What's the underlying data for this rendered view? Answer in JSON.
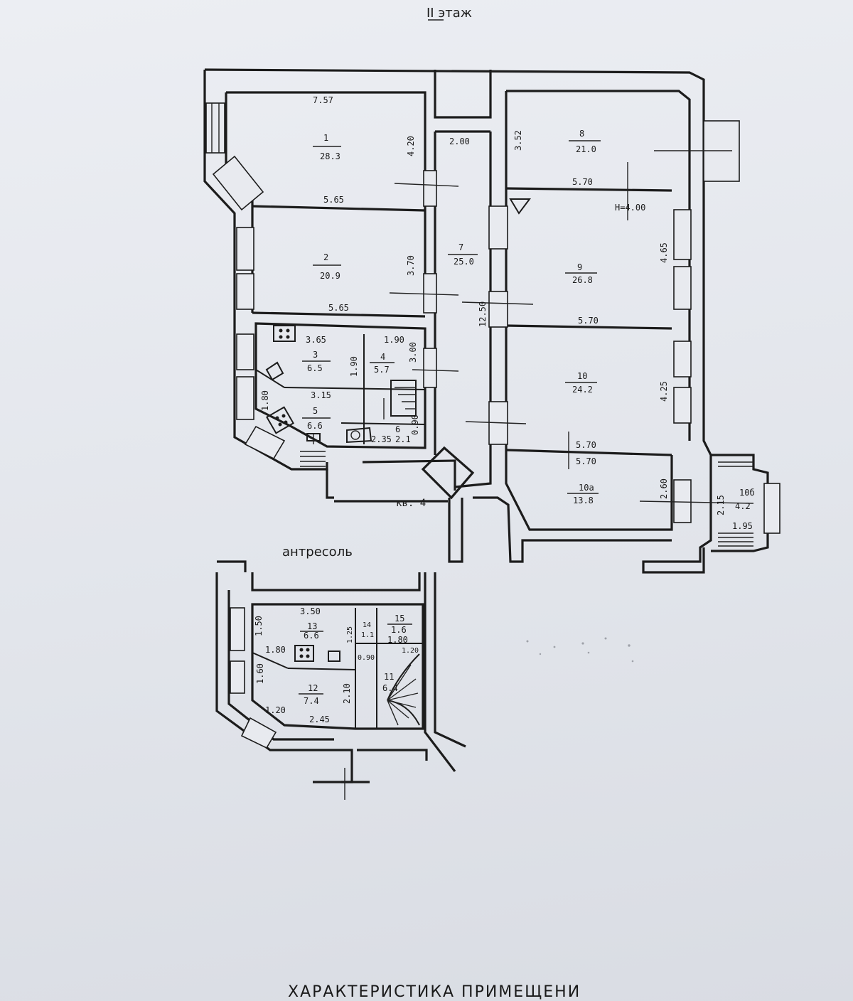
{
  "titles": {
    "floor": "II этаж",
    "mezzanine": "антресоль",
    "apartment": "кв. 4",
    "bottom_text": "ХАРАКТЕРИСТИКА ПРИМЕЩЕНИ"
  },
  "rooms": {
    "r1": {
      "num": "1",
      "area": "28.3"
    },
    "r2": {
      "num": "2",
      "area": "20.9"
    },
    "r3": {
      "num": "3",
      "area": "6.5"
    },
    "r4": {
      "num": "4",
      "area": "5.7"
    },
    "r5": {
      "num": "5",
      "area": "6.6"
    },
    "r6": {
      "num": "6",
      "area": "2.1"
    },
    "r7": {
      "num": "7",
      "area": "25.0"
    },
    "r8": {
      "num": "8",
      "area": "21.0"
    },
    "r9": {
      "num": "9",
      "area": "26.8"
    },
    "r10": {
      "num": "10",
      "area": "24.2"
    },
    "r10a": {
      "num": "10а",
      "area": "13.8"
    },
    "r10b": {
      "num": "10б",
      "area": "4.2"
    },
    "r11": {
      "num": "11",
      "area": "6.4"
    },
    "r12": {
      "num": "12",
      "area": "7.4"
    },
    "r13": {
      "num": "13",
      "area": "6.6"
    },
    "r14": {
      "num": "14",
      "area": "1.1"
    },
    "r15": {
      "num": "15",
      "area": "1.6"
    }
  },
  "dims": {
    "d757": "7.57",
    "d420": "4.20",
    "d565a": "5.65",
    "d370": "3.70",
    "d565b": "5.65",
    "d365": "3.65",
    "d190a": "1.90",
    "d190b": "1.90",
    "d300": "3.00",
    "d315": "3.15",
    "d180": "1.80",
    "d090": "0.90",
    "d235": "2.35",
    "d200": "2.00",
    "d352": "3.52",
    "d1250": "12.50",
    "d570a": "5.70",
    "d400": "H=4.00",
    "d465": "4.65",
    "d570b": "5.70",
    "d425": "4.25",
    "d570c": "5.70",
    "d570d": "5.70",
    "d260": "2.60",
    "d215": "2.15",
    "d195": "1.95",
    "m350": "3.50",
    "m150": "1.50",
    "m125": "1.25",
    "m180a": "1.80",
    "m120b": "1.20",
    "m160": "1.60",
    "m210": "2.10",
    "m120": "1.20",
    "m245": "2.45",
    "m090": "0.90",
    "m180b": "1.80"
  }
}
